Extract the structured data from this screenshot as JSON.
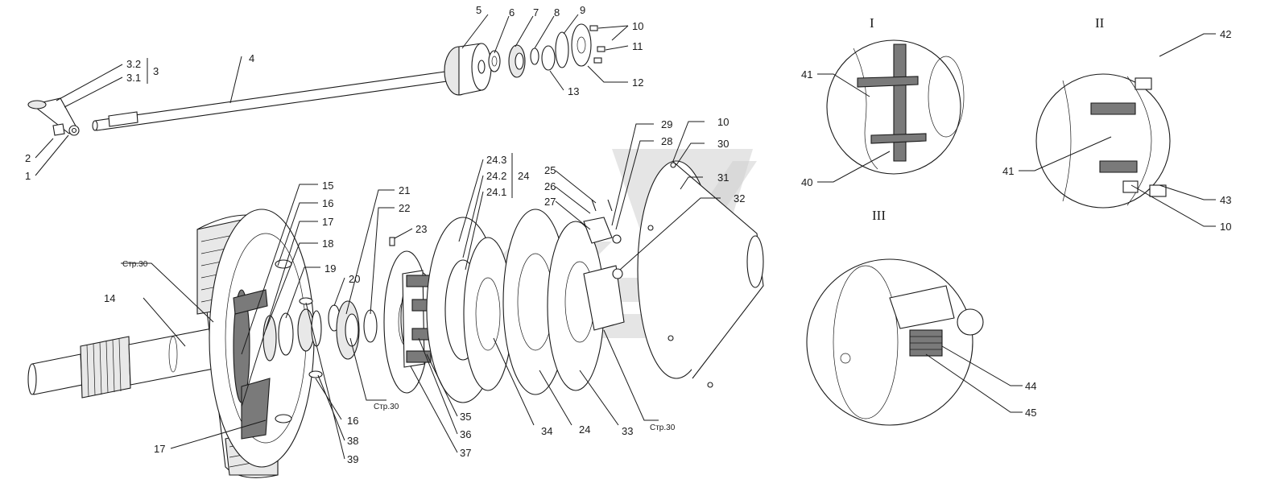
{
  "views": {
    "detail_1": "I",
    "detail_2": "II",
    "detail_3": "III"
  },
  "refs": {
    "str30_a": "Стр.30",
    "str30_b": "Стр.30",
    "str30_c": "Стр.30"
  },
  "callouts": {
    "c1": "1",
    "c2": "2",
    "c3": "3",
    "c3_1": "3.1",
    "c3_2": "3.2",
    "c4": "4",
    "c5": "5",
    "c6": "6",
    "c7": "7",
    "c8": "8",
    "c9": "9",
    "c10a": "10",
    "c11": "11",
    "c12": "12",
    "c13": "13",
    "c14": "14",
    "c15": "15",
    "c16a": "16",
    "c16b": "16",
    "c17a": "17",
    "c17b": "17",
    "c18": "18",
    "c19": "19",
    "c20": "20",
    "c21": "21",
    "c22": "22",
    "c23": "23",
    "c24": "24",
    "c24b": "24",
    "c24_1": "24.1",
    "c24_2": "24.2",
    "c24_3": "24.3",
    "c25": "25",
    "c26": "26",
    "c27": "27",
    "c28": "28",
    "c29": "29",
    "c10b": "10",
    "c30": "30",
    "c31": "31",
    "c32": "32",
    "c33": "33",
    "c34": "34",
    "c35": "35",
    "c36": "36",
    "c37": "37",
    "c38": "38",
    "c39": "39",
    "c40": "40",
    "c41a": "41",
    "c41b": "41",
    "c42": "42",
    "c43": "43",
    "c10c": "10",
    "c44": "44",
    "c45": "45"
  },
  "colors": {
    "line": "#1a1a1a",
    "fill_light": "#e8e8e8",
    "fill_dark": "#7a7a7a",
    "watermark": "#cfcfcf"
  }
}
